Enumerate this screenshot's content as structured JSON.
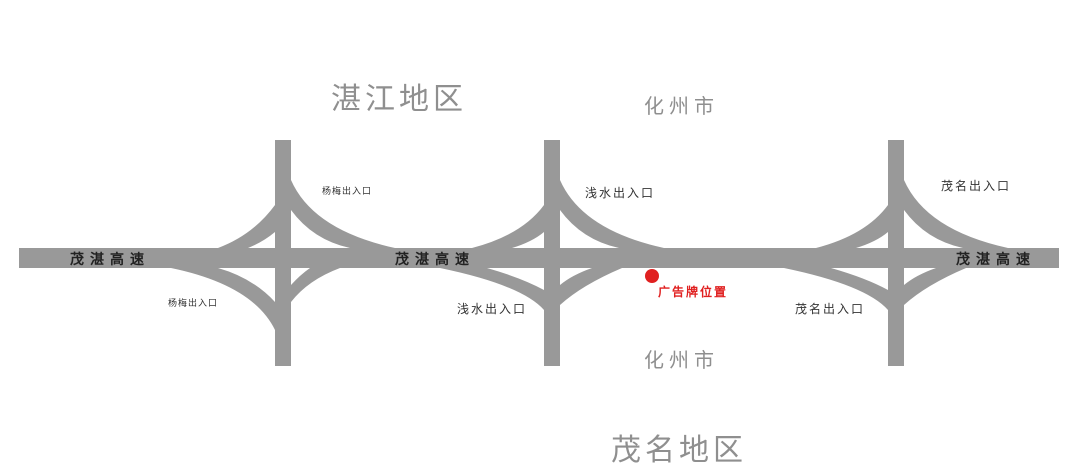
{
  "colors": {
    "road": "#999999",
    "marker": "#e02020",
    "region_text": "#8f8f8f"
  },
  "regions": {
    "top": "湛江地区",
    "bottom": "茂名地区"
  },
  "cities": {
    "top": "化州市",
    "bottom": "化州市"
  },
  "highway": {
    "label_left": "茂湛高速",
    "label_mid": "茂湛高速",
    "label_right": "茂湛高速"
  },
  "interchanges": [
    {
      "name": "杨梅",
      "exit_ne": "杨梅出入口",
      "exit_sw": "杨梅出入口"
    },
    {
      "name": "浅水",
      "exit_ne": "浅水出入口",
      "exit_sw": "浅水出入口"
    },
    {
      "name": "茂名",
      "exit_ne": "茂名出入口",
      "exit_sw": "茂名出入口"
    }
  ],
  "marker": {
    "label": "广告牌位置"
  }
}
